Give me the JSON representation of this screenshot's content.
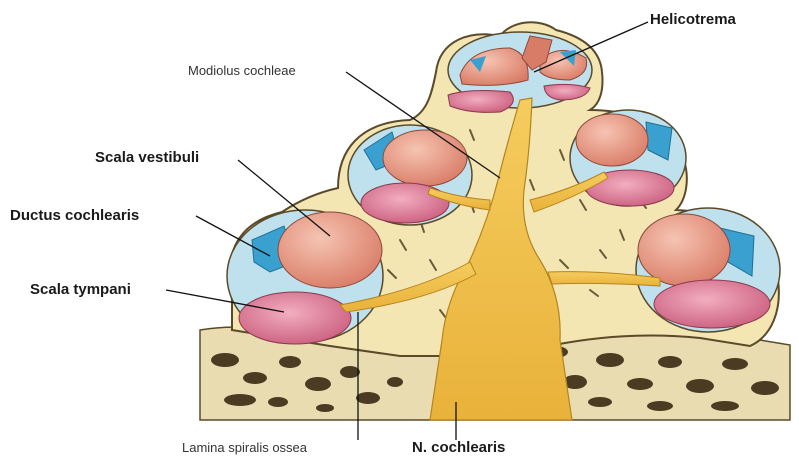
{
  "labels": {
    "helicotrema": "Helicotrema",
    "modiolus": "Modiolus cochleae",
    "scala_vestibuli": "Scala vestibuli",
    "ductus": "Ductus cochlearis",
    "scala_tympani": "Scala tympani",
    "lamina": "Lamina spiralis ossea",
    "nerve": "N. cochlearis"
  },
  "colors": {
    "bone": "#f3e6b3",
    "bone_outline": "#5a4a2a",
    "spongy_bone": "#4a3b22",
    "scala_vestibuli": "#e9a18c",
    "scala_tympani": "#e6859e",
    "ductus_cochlearis": "#3aa0cf",
    "perilymph_space": "#bfe1ee",
    "nerve": "#f2c24a",
    "leader_line": "#111111"
  }
}
